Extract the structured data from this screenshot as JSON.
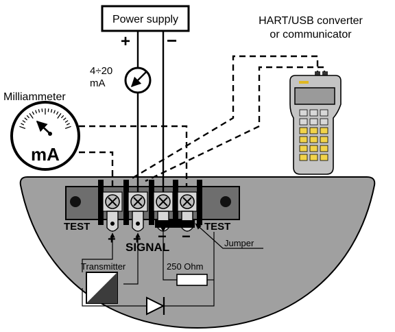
{
  "labels": {
    "power_supply": "Power supply",
    "plus": "+",
    "minus": "−",
    "current_range_line1": "4÷20",
    "current_range_line2": "mA",
    "milliammeter": "Milliammeter",
    "meter_unit": "mA",
    "converter_line1": "HART/USB converter",
    "converter_line2": "or communicator",
    "test_left": "TEST",
    "test_right": "TEST",
    "signal": "SIGNAL",
    "jumper": "Jumper",
    "transmitter": "Transmitter",
    "resistor": "250 Ohm",
    "term_plus_1": "+",
    "term_plus_2": "+",
    "term_minus_1": "−",
    "term_minus_2": "−"
  },
  "colors": {
    "housing": "#a0a0a0",
    "terminal_block": "#6e6e6e",
    "device_body": "#c4c4c4",
    "device_keys": "#f1d34a",
    "ink": "#000000"
  }
}
